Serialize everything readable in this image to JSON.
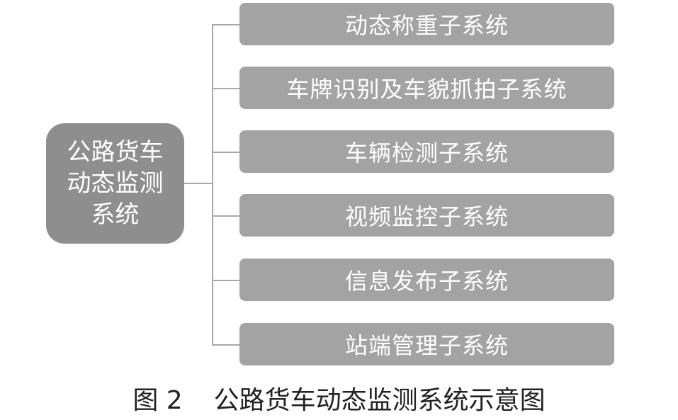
{
  "diagram": {
    "root": "公路货车动态监测系统",
    "subsystems": [
      "动态称重子系统",
      "车牌识别及车貌抓拍子系统",
      "车辆检测子系统",
      "视频监控子系统",
      "信息发布子系统",
      "站端管理子系统"
    ]
  },
  "caption": {
    "label": "图 2",
    "title": "公路货车动态监测系统示意图"
  },
  "colors": {
    "root_fill": "#8e8e8e",
    "node_fill": "#a3a3a3",
    "connector": "#a8a8a8",
    "text_on_node": "#ffffff",
    "caption_text": "#222222"
  }
}
